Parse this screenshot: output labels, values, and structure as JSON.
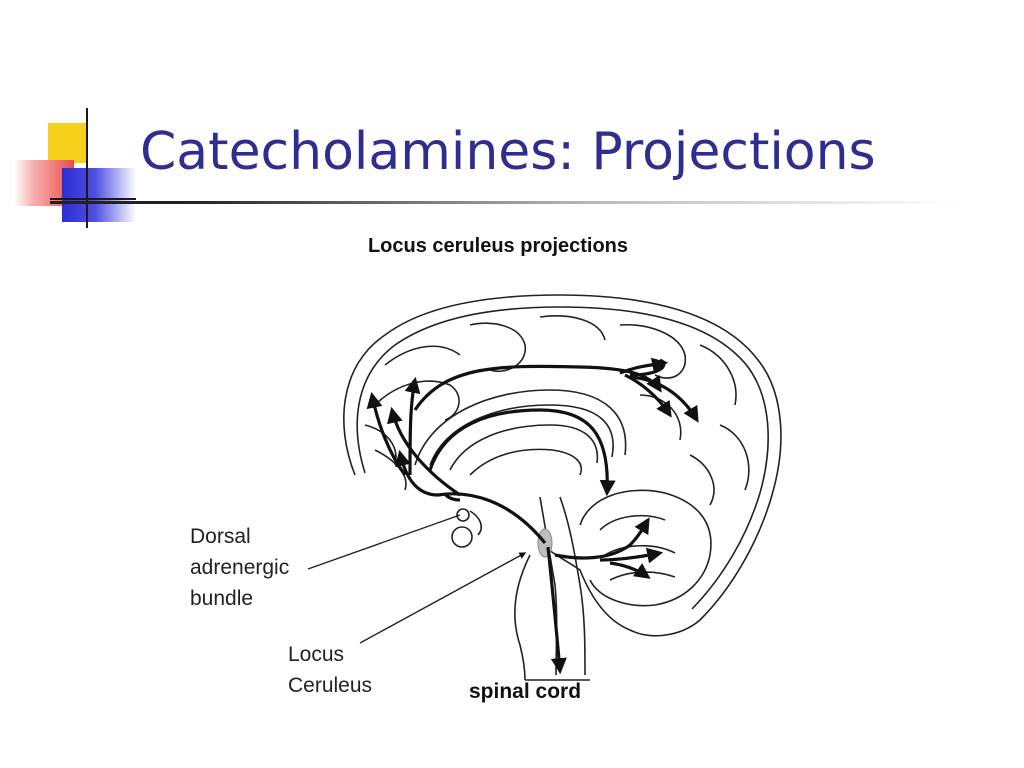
{
  "slide": {
    "title": "Catecholamines: Projections"
  },
  "figure": {
    "title": "Locus ceruleus projections",
    "labels": {
      "dorsal_line1": "Dorsal",
      "dorsal_line2": "adrenergic",
      "dorsal_line3": "bundle",
      "locus_line1": "Locus",
      "locus_line2": "Ceruleus",
      "spinal": "spinal cord"
    }
  },
  "colors": {
    "title": "#2f2d8f",
    "deco_yellow": "#f4d21a",
    "deco_red": "#ec4a4a",
    "deco_blue": "#2d2dd6"
  }
}
